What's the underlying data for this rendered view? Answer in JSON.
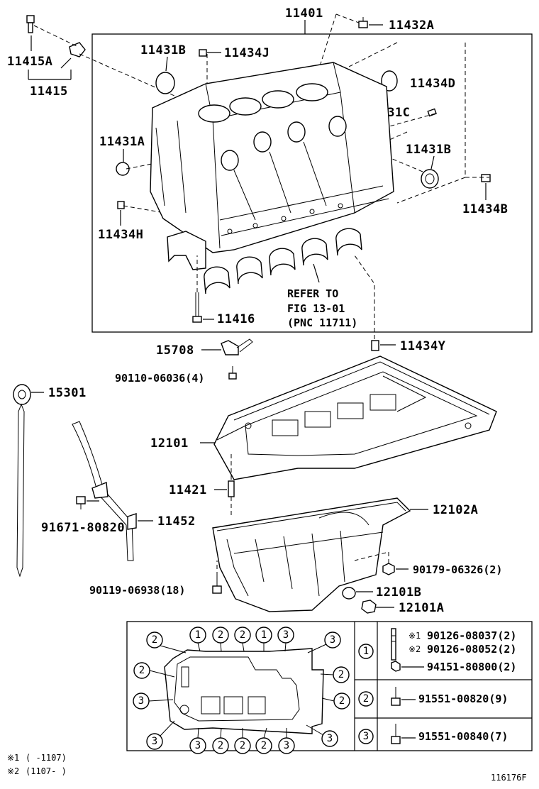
{
  "labels": {
    "p11401": "11401",
    "p11432A": "11432A",
    "p11415A": "11415A",
    "p11415": "11415",
    "p11431B_top": "11431B",
    "p11434J": "11434J",
    "p11434D": "11434D",
    "p11431C": "11431C",
    "p11431A": "11431A",
    "p11431B_right": "11431B",
    "p11434B": "11434B",
    "p11434H": "11434H",
    "refer1": "REFER TO",
    "refer2": "FIG 13-01",
    "refer3": "(PNC 11711)",
    "p11416": "11416",
    "p11434Y": "11434Y",
    "p15708": "15708",
    "p90110": "90110-06036(4)",
    "p15301": "15301",
    "p12101": "12101",
    "p11421": "11421",
    "p12102A": "12102A",
    "p11452": "11452",
    "p91671": "91671-80820",
    "p90179": "90179-06326(2)",
    "p90119": "90119-06938(18)",
    "p12101B": "12101B",
    "p12101A": "12101A"
  },
  "legend": {
    "row1_key": "1",
    "row2_key": "2",
    "row3_key": "3",
    "r1a_mark": "※1",
    "r1a_part": "90126-08037(2)",
    "r1b_mark": "※2",
    "r1b_part": "90126-08052(2)",
    "r1c_part": "94151-80800(2)",
    "r2_part": "91551-00820(9)",
    "r3_part": "91551-00840(7)"
  },
  "pan_callouts": {
    "top": [
      "2",
      "1",
      "2",
      "2",
      "1",
      "3",
      "3"
    ],
    "left": [
      "2",
      "3",
      "3"
    ],
    "right": [
      "2",
      "2",
      "3"
    ],
    "bottom": [
      "3",
      "2",
      "2",
      "2",
      "3"
    ]
  },
  "footnotes": {
    "n1_mark": "※1",
    "n1_text": "(     -1107)",
    "n2_mark": "※2",
    "n2_text": "(1107-      )"
  },
  "figure_id": "116176F"
}
